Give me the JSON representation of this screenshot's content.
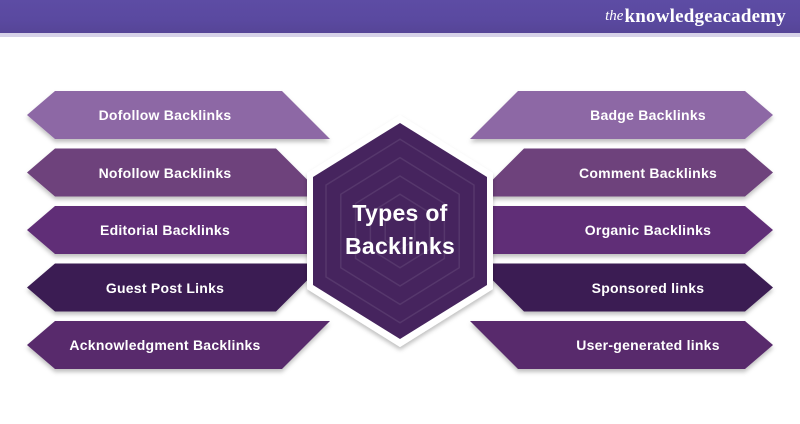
{
  "header": {
    "logo_prefix": "the",
    "logo_name": "knowledgeacademy",
    "bar_color": "#5a49a0",
    "strip_color": "#d6d2e8"
  },
  "center": {
    "title_line1": "Types of",
    "title_line2": "Backlinks",
    "hexagon_color": "#46245e"
  },
  "left_items": [
    {
      "label": "Dofollow Backlinks",
      "color": "#8d68a5"
    },
    {
      "label": "Nofollow Backlinks",
      "color": "#6e437c"
    },
    {
      "label": "Editorial Backlinks",
      "color": "#612d77"
    },
    {
      "label": "Guest Post Links",
      "color": "#3b1c52"
    },
    {
      "label": "Acknowledgment Backlinks",
      "color": "#582a6c"
    }
  ],
  "right_items": [
    {
      "label": "Badge Backlinks",
      "color": "#8d68a5"
    },
    {
      "label": "Comment Backlinks",
      "color": "#6e437c"
    },
    {
      "label": "Organic Backlinks",
      "color": "#612d77"
    },
    {
      "label": "Sponsored links",
      "color": "#3b1c52"
    },
    {
      "label": "User-generated links",
      "color": "#582a6c"
    }
  ]
}
